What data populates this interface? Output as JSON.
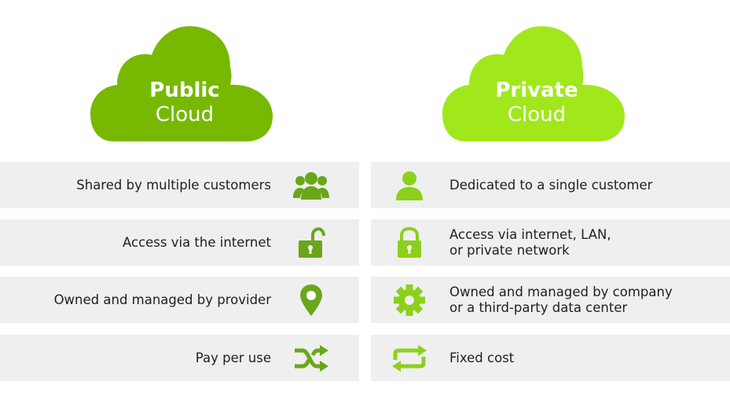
{
  "colors": {
    "public_green": "#76b900",
    "private_green": "#a0e81c",
    "row_bg": "#efefef",
    "icon_public": "#6aa61a",
    "icon_private": "#8bd11b"
  },
  "public": {
    "title_line1": "Public",
    "title_line2": "Cloud",
    "rows": [
      {
        "label": "Shared by multiple customers",
        "icon": "group-users-icon"
      },
      {
        "label": "Access via the internet",
        "icon": "unlocked-padlock-icon"
      },
      {
        "label": "Owned and managed by provider",
        "icon": "location-pin-icon"
      },
      {
        "label": "Pay per use",
        "icon": "shuffle-arrows-icon"
      }
    ]
  },
  "private": {
    "title_line1": "Private",
    "title_line2": "Cloud",
    "rows": [
      {
        "label": "Dedicated to a single customer",
        "icon": "single-user-icon"
      },
      {
        "label": "Access via internet, LAN,\nor private network",
        "icon": "locked-padlock-icon"
      },
      {
        "label": "Owned and managed by company\nor a third-party data center",
        "icon": "gear-icon"
      },
      {
        "label": "Fixed cost",
        "icon": "repeat-arrows-icon"
      }
    ]
  }
}
